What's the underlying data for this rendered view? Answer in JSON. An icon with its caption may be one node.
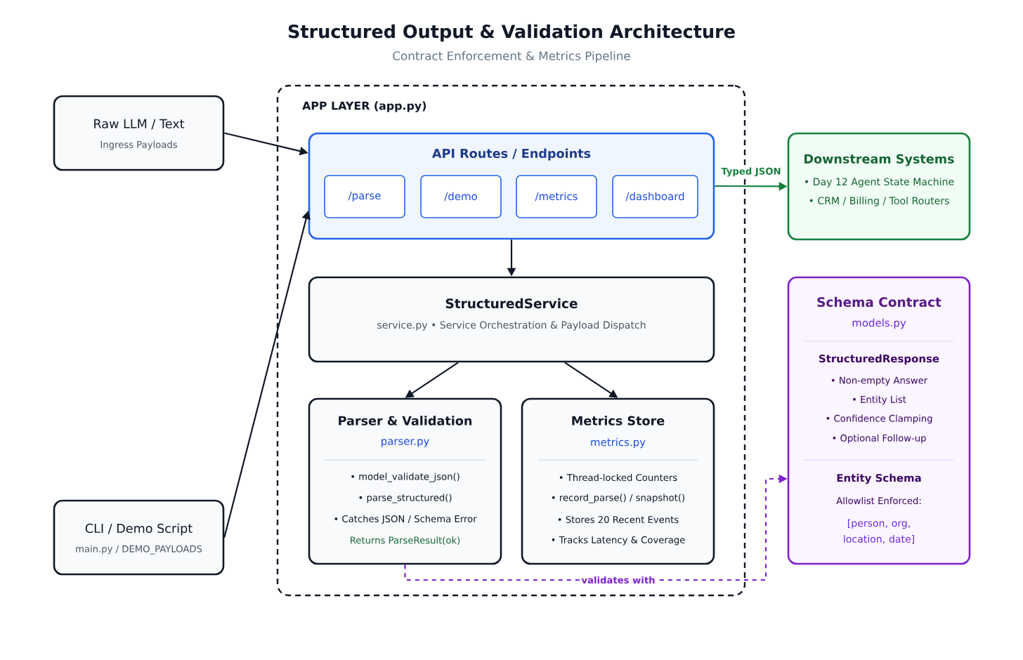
{
  "diagram": {
    "title": "Structured Output & Validation Architecture",
    "nodes": [
      {
        "text": [
          "Raw LLM / Text",
          "Ingress Payloads"
        ]
      },
      {
        "text": [
          "CLI / Demo Script",
          "main.py / DEMO_PAYLOADS"
        ]
      },
      {
        "text": [
          "APP LAYER (app.py)"
        ]
      },
      {
        "text": [
          "API Routes / Endpoints"
        ],
        "in": 2
      },
      {
        "text": [
          "/parse"
        ],
        "in": 3
      },
      {
        "text": [
          "/demo"
        ],
        "in": 3
      },
      {
        "text": [
          "/metrics"
        ],
        "in": 3
      },
      {
        "text": [
          "/dashboard"
        ],
        "in": 3
      },
      {
        "text": [
          "StructuredService",
          "service.py • Service Orchestration & Payload Dispatch"
        ],
        "in": 2
      },
      {
        "text": [
          "Parser & Validation",
          "parser.py",
          "• model_validate_json()",
          "• parse_structured()",
          "• Catches JSON / Schema Error",
          "Returns ParseResult(ok)"
        ],
        "in": 2
      },
      {
        "text": [
          "Metrics Store",
          "metrics.py",
          "• Thread-locked Counters",
          "• record_parse() / snapshot()",
          "• Stores 20 Recent Events",
          "• Tracks Latency & Coverage"
        ],
        "in": 2
      },
      {
        "text": [
          "Downstream Systems",
          "• Day 12 Agent State Machine",
          "• CRM / Billing / Tool Routers"
        ]
      },
      {
        "text": [
          "Schema Contract",
          "models.py",
          "StructuredResponse",
          "• Non-empty Answer",
          "• Entity List",
          "• Confidence Clamping",
          "• Optional Follow-up",
          "Entity Schema",
          "Allowlist Enforced:",
          "[person, org, location, date]"
        ]
      }
    ],
    "edges": [
      {
        "from": 0,
        "to": 3,
        "arrow": "to"
      },
      {
        "from": 1,
        "to": 3,
        "arrow": "to"
      },
      {
        "from": 3,
        "to": 8,
        "arrow": "to"
      },
      {
        "from": 8,
        "to": 9,
        "arrow": "to"
      },
      {
        "from": 8,
        "to": 10,
        "arrow": "to"
      },
      {
        "from": 3,
        "to": 11,
        "arrow": "to",
        "label": "Typed JSON",
        "color": "#15803d"
      },
      {
        "from": 9,
        "to": 12,
        "arrow": "to",
        "label": "validates with",
        "style": "dashed",
        "color": "#7e22ce"
      }
    ],
    "labels": [
      "Contract Enforcement & Metrics Pipeline"
    ]
  }
}
